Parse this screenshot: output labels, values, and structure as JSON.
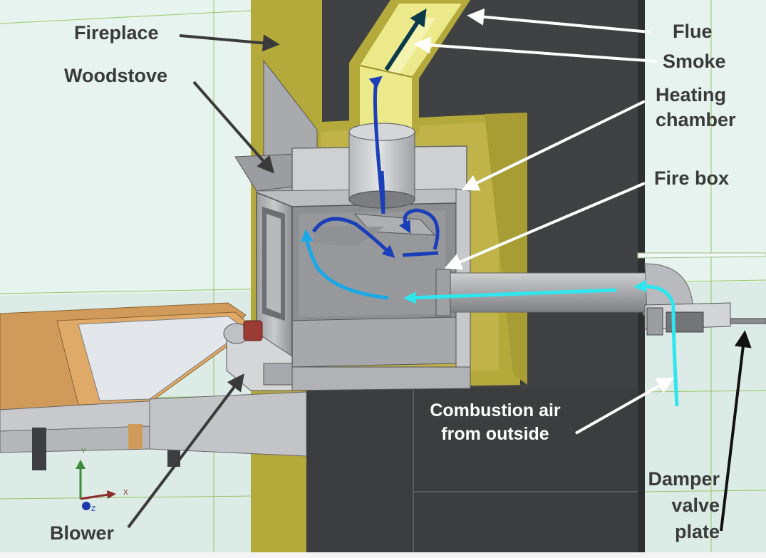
{
  "labels": {
    "fireplace": "Fireplace",
    "woodstove": "Woodstove",
    "flue": "Flue",
    "smoke": "Smoke",
    "heating_chamber_1": "Heating",
    "heating_chamber_2": "chamber",
    "fire_box": "Fire box",
    "combustion_air_1": "Combustion air",
    "combustion_air_2": "from outside",
    "damper_1": "Damper",
    "damper_2": "valve",
    "damper_3": "plate",
    "blower": "Blower"
  },
  "axes": {
    "x": "X",
    "y": "Y",
    "z": "Z"
  },
  "colors": {
    "background": "#e6f3ee",
    "wall": "#404143",
    "insulation": "#b4a93b",
    "flue_liner": "#ece98a",
    "steel": "#b2b3b6",
    "wood": "#cf9a5a",
    "smoke_arrow": "#0b3a4a",
    "hot_gas": "#1a3fb8",
    "air_flow": "#1aa8e6",
    "outside_air": "#2fe6ee",
    "callout_dark": "#3a3a3a",
    "callout_light": "#ffffff"
  }
}
